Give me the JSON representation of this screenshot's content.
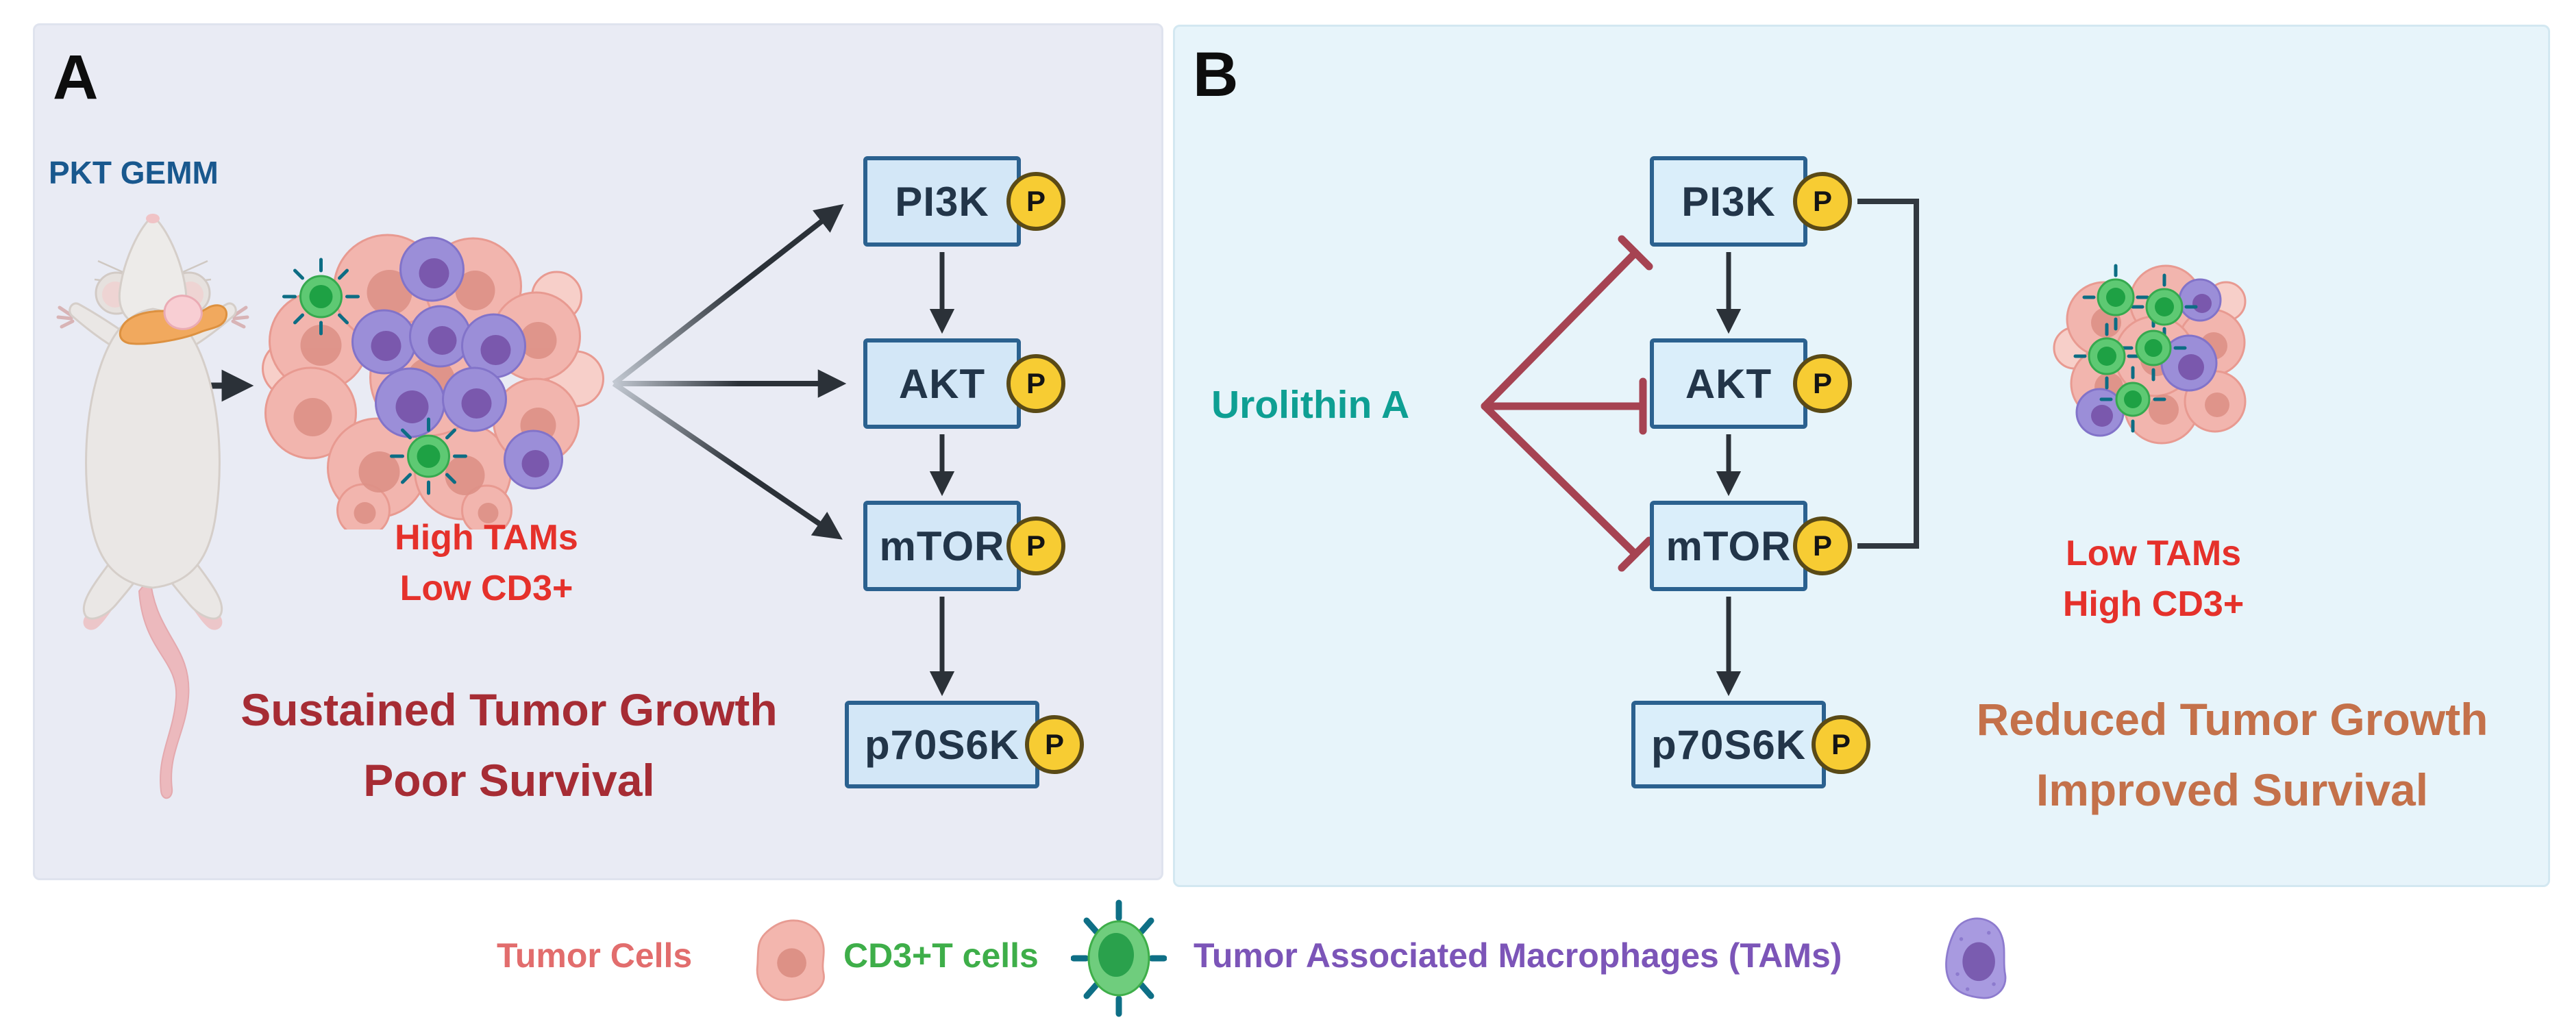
{
  "figure": {
    "panels": [
      {
        "label": "A",
        "model": "PKT GEMM",
        "state": {
          "line1": "High TAMs",
          "line2": "Low CD3+"
        },
        "outcome": {
          "line1": "Sustained Tumor Growth",
          "line2": "Poor Survival"
        },
        "pathway": [
          "PI3K",
          "AKT",
          "mTOR",
          "p70S6K"
        ],
        "phospho": "P"
      },
      {
        "label": "B",
        "treatment": "Urolithin A",
        "state": {
          "line1": "Low TAMs",
          "line2": "High CD3+"
        },
        "outcome": {
          "line1": "Reduced Tumor Growth",
          "line2": "Improved Survival"
        },
        "pathway": [
          "PI3K",
          "AKT",
          "mTOR",
          "p70S6K"
        ],
        "phospho": "P"
      }
    ],
    "legend": {
      "items": [
        {
          "label": "Tumor Cells",
          "icon": "tumor-cell-icon",
          "color": "#e26d6d"
        },
        {
          "label": "CD3+T cells",
          "icon": "cd3-t-cell-icon",
          "color": "#3eae49"
        },
        {
          "label": "Tumor Associated Macrophages (TAMs)",
          "icon": "tam-macrophage-icon",
          "color": "#7c55b8"
        }
      ]
    },
    "colors": {
      "panel_a_bg": "#e9ebf4",
      "panel_b_bg": "#e7f4fa",
      "node_fill": "#d3e7f7",
      "node_border": "#2b618f",
      "node_text": "#223549",
      "phospho_fill": "#f7cc33",
      "phospho_border": "#5a4a16",
      "activation_arrow": "#2b3138",
      "inhibition_line": "#a64352",
      "treatment_text": "#0e9f93",
      "state_text": "#e5312b",
      "outcome_a_text": "#a62c34",
      "outcome_b_text": "#c4714a",
      "model_text": "#19588e"
    }
  }
}
